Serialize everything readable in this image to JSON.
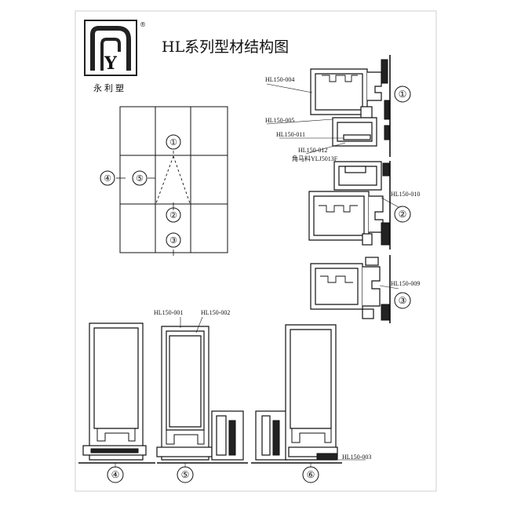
{
  "title": "HL系列型材结构图",
  "logo": {
    "brand_text": "永利塑",
    "mark": "®"
  },
  "colors": {
    "ink": "#111111",
    "paper": "#ffffff"
  },
  "callouts": {
    "c1": "①",
    "c2": "②",
    "c3": "③",
    "c4": "④",
    "c5": "⑤",
    "c6": "⑥"
  },
  "parts": {
    "p004": "HL150-004",
    "p005": "HL150-005",
    "p011": "HL150-011",
    "p012": "HL150-012",
    "p012_note": "角马料YLJ5013F",
    "p010": "HL150-010",
    "p009": "HL150-009",
    "p001": "HL150-001",
    "p002": "HL150-002",
    "p003": "HL150-003"
  }
}
